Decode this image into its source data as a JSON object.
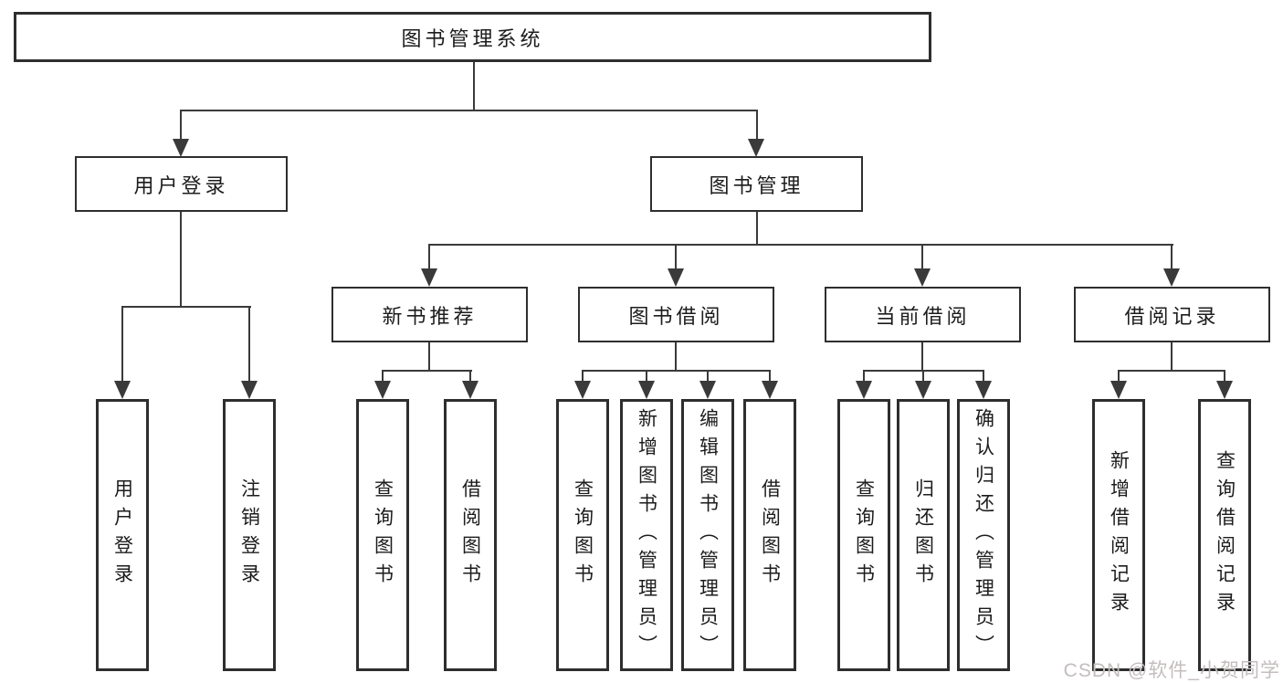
{
  "tree": {
    "root": {
      "label": "图书管理系统"
    },
    "branches": [
      {
        "label": "用户登录",
        "children": [
          {
            "label": "用户登录"
          },
          {
            "label": "注销登录"
          }
        ]
      },
      {
        "label": "图书管理",
        "children": [
          {
            "label": "新书推荐",
            "children": [
              {
                "label": "查询图书"
              },
              {
                "label": "借阅图书"
              }
            ]
          },
          {
            "label": "图书借阅",
            "children": [
              {
                "label": "查询图书"
              },
              {
                "label": "新增图书（管理员）"
              },
              {
                "label": "编辑图书（管理员）"
              },
              {
                "label": "借阅图书"
              }
            ]
          },
          {
            "label": "当前借阅",
            "children": [
              {
                "label": "查询图书"
              },
              {
                "label": "归还图书"
              },
              {
                "label": "确认归还（管理员）"
              }
            ]
          },
          {
            "label": "借阅记录",
            "children": [
              {
                "label": "新增借阅记录"
              },
              {
                "label": "查询借阅记录"
              }
            ]
          }
        ]
      }
    ]
  },
  "watermark": {
    "text": "CSDN @软件_小贺同学"
  },
  "colors": {
    "line": "#3a3a3a",
    "border": "#2e2e2e",
    "text": "#1c1c1c",
    "bg": "#ffffff",
    "watermark": "#c4bdbd"
  }
}
